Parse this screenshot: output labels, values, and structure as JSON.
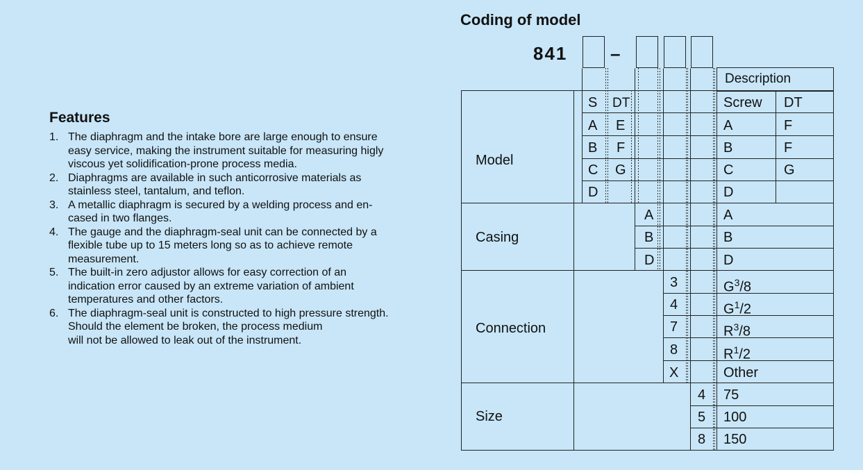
{
  "features": {
    "title": "Features",
    "items": [
      {
        "num": "1.",
        "text": "The diaphragm and the intake bore are large enough to ensure\neasy service, making the instrument suitable for measuring higly\nviscous yet solidification-prone process media."
      },
      {
        "num": "2.",
        "text": "Diaphragms are available in such anticorrosive materials as\nstainless steel, tantalum, and teflon."
      },
      {
        "num": "3.",
        "text": "A metallic diaphragm is secured by a welding process and en-\ncased in two flanges."
      },
      {
        "num": "4.",
        "text": "The gauge and the diaphragm-seal unit can be connected by a\nflexible tube up to 15 meters long so as to achieve remote\nmeasurement."
      },
      {
        "num": "5.",
        "text": "The built-in zero adjustor allows for easy correction of an\nindication error caused by an extreme variation of ambient\ntemperatures and other factors."
      },
      {
        "num": "6.",
        "text": "The diaphragm-seal unit is constructed to high pressure strength.\nShould the element be broken, the process medium\nwill not be allowed to leak out of the instrument."
      }
    ]
  },
  "coding": {
    "title": "Coding of model",
    "prefix": "841",
    "dash": "–",
    "description_header": "Description",
    "model": {
      "label": "Model",
      "col_s_header": "S",
      "col_dt_header": "DT",
      "screw_header": "Screw",
      "dt_header": "DT",
      "s_codes": [
        "A",
        "B",
        "C",
        "D"
      ],
      "dt_codes": [
        "E",
        "F",
        "G"
      ],
      "screw_desc": [
        "A",
        "B",
        "C",
        "D"
      ],
      "dt_desc": [
        "F",
        "F",
        "G"
      ]
    },
    "casing": {
      "label": "Casing",
      "codes": [
        "A",
        "B",
        "D"
      ],
      "desc": [
        "A",
        "B",
        "D"
      ]
    },
    "connection": {
      "label": "Connection",
      "codes": [
        "3",
        "4",
        "7",
        "8",
        "X"
      ],
      "desc": [
        {
          "base": "G",
          "num": "3",
          "den": "8"
        },
        {
          "base": "G",
          "num": "1",
          "den": "2"
        },
        {
          "base": "R",
          "num": "3",
          "den": "8"
        },
        {
          "base": "R",
          "num": "1",
          "den": "2"
        },
        {
          "text": "Other"
        }
      ]
    },
    "size": {
      "label": "Size",
      "codes": [
        "4",
        "5",
        "8"
      ],
      "desc": [
        "75",
        "100",
        "150"
      ]
    }
  }
}
